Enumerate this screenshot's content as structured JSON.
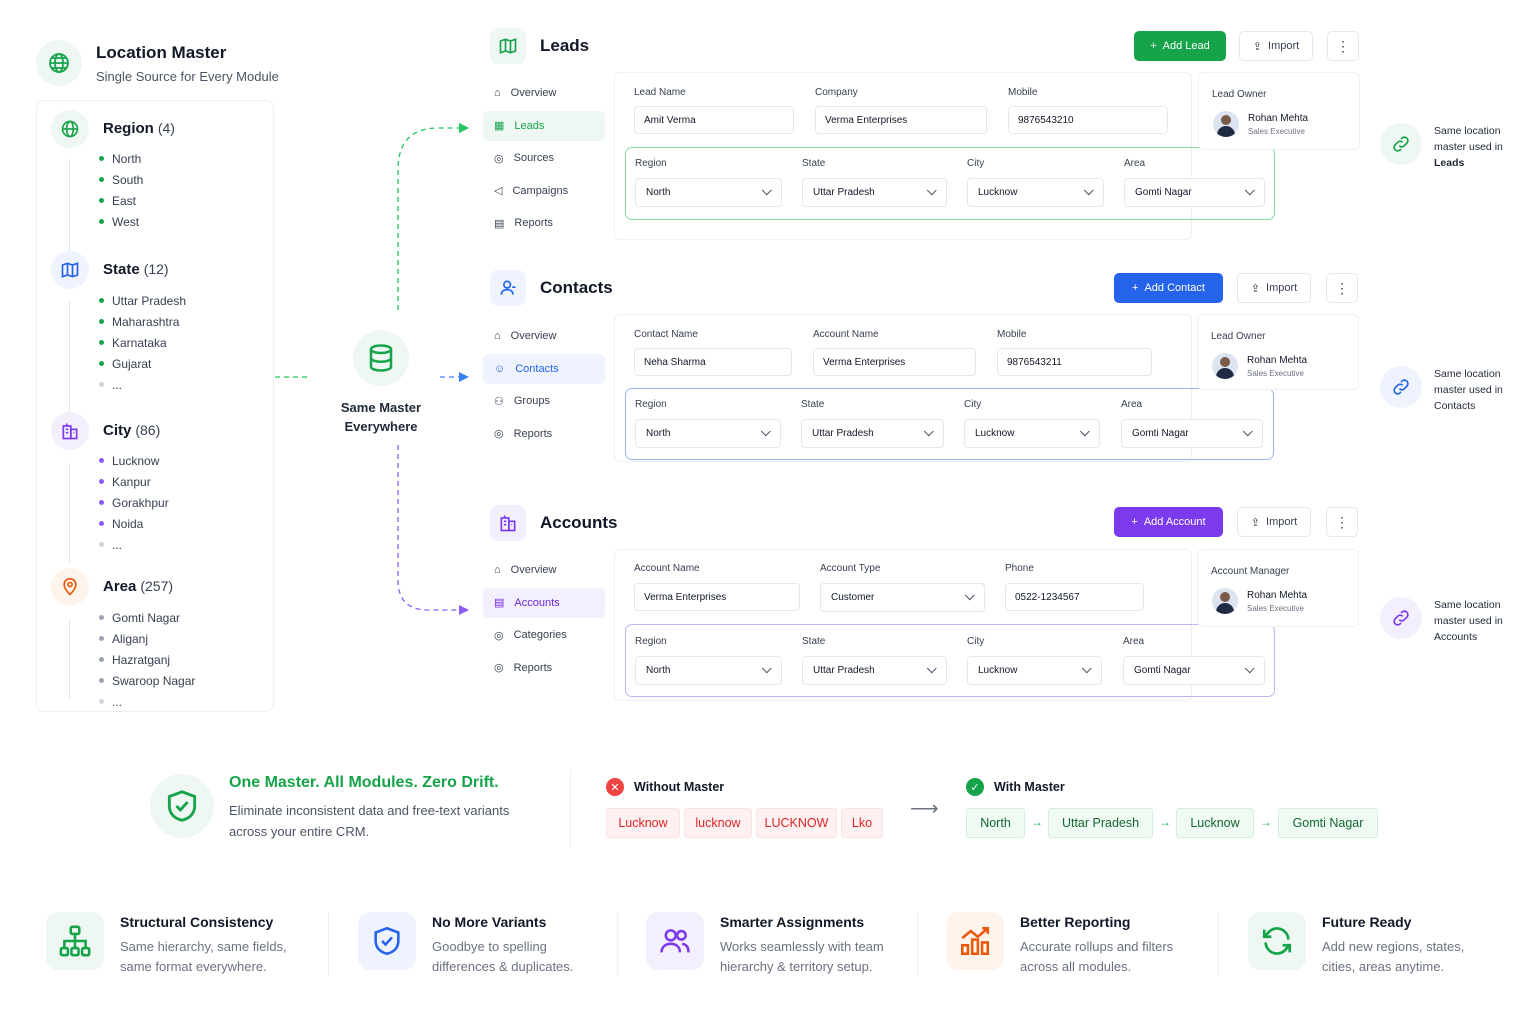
{
  "master": {
    "title": "Location Master",
    "subtitle": "Single Source for Every Module",
    "levels": [
      {
        "name": "Region",
        "count": "(4)",
        "items": [
          "North",
          "South",
          "East",
          "West"
        ]
      },
      {
        "name": "State",
        "count": "(12)",
        "items": [
          "Uttar Pradesh",
          "Maharashtra",
          "Karnataka",
          "Gujarat",
          "..."
        ]
      },
      {
        "name": "City",
        "count": "(86)",
        "items": [
          "Lucknow",
          "Kanpur",
          "Gorakhpur",
          "Noida",
          "..."
        ]
      },
      {
        "name": "Area",
        "count": "(257)",
        "items": [
          "Gomti Nagar",
          "Aliganj",
          "Hazratganj",
          "Swaroop Nagar",
          "..."
        ]
      }
    ]
  },
  "hub": {
    "line1": "Same Master",
    "line2": "Everywhere"
  },
  "modules": {
    "leads": {
      "title": "Leads",
      "add_label": "Add Lead",
      "import_label": "Import",
      "nav": [
        "Overview",
        "Leads",
        "Sources",
        "Campaigns",
        "Reports"
      ],
      "fields": {
        "f1_label": "Lead Name",
        "f1_value": "Amit Verma",
        "f2_label": "Company",
        "f2_value": "Verma Enterprises",
        "f3_label": "Mobile",
        "f3_value": "9876543210"
      },
      "owner": {
        "label": "Lead Owner",
        "name": "Rohan Mehta",
        "role": "Sales Executive"
      },
      "note": [
        "Same location",
        "master used in",
        "Leads"
      ]
    },
    "contacts": {
      "title": "Contacts",
      "add_label": "Add Contact",
      "import_label": "Import",
      "nav": [
        "Overview",
        "Contacts",
        "Groups",
        "Reports"
      ],
      "fields": {
        "f1_label": "Contact Name",
        "f1_value": "Neha Sharma",
        "f2_label": "Account Name",
        "f2_value": "Verma Enterprises",
        "f3_label": "Mobile",
        "f3_value": "9876543211"
      },
      "owner": {
        "label": "Lead Owner",
        "name": "Rohan Mehta",
        "role": "Sales Executive"
      },
      "note": [
        "Same location",
        "master used in",
        "Contacts"
      ]
    },
    "accounts": {
      "title": "Accounts",
      "add_label": "Add Account",
      "import_label": "Import",
      "nav": [
        "Overview",
        "Accounts",
        "Categories",
        "Reports"
      ],
      "fields": {
        "f1_label": "Account Name",
        "f1_value": "Verma Enterprises",
        "f2_label": "Account Type",
        "f2_value": "Customer",
        "f3_label": "Phone",
        "f3_value": "0522-1234567"
      },
      "owner": {
        "label": "Account Manager",
        "name": "Rohan Mehta",
        "role": "Sales Executive"
      },
      "note": [
        "Same location",
        "master used in",
        "Accounts"
      ]
    }
  },
  "location": {
    "labels": {
      "region": "Region",
      "state": "State",
      "city": "City",
      "area": "Area"
    },
    "values": {
      "region": "North",
      "state": "Uttar Pradesh",
      "city": "Lucknow",
      "area": "Gomti Nagar"
    }
  },
  "banner": {
    "title": "One Master. All Modules. Zero Drift.",
    "sub1": "Eliminate inconsistent data and free-text variants",
    "sub2": "across your entire CRM.",
    "without_label": "Without Master",
    "without_chips": [
      "Lucknow",
      "lucknow",
      "LUCKNOW",
      "Lko"
    ],
    "with_label": "With Master",
    "with_chips": [
      "North",
      "Uttar Pradesh",
      "Lucknow",
      "Gomti Nagar"
    ]
  },
  "features": [
    {
      "title": "Structural Consistency",
      "l1": "Same hierarchy, same fields,",
      "l2": "same format everywhere.",
      "icon": "hierarchy-icon"
    },
    {
      "title": "No More Variants",
      "l1": "Goodbye to spelling",
      "l2": "differences & duplicates.",
      "icon": "shield-check-icon"
    },
    {
      "title": "Smarter Assignments",
      "l1": "Works seamlessly with team",
      "l2": "hierarchy & territory setup.",
      "icon": "users-icon"
    },
    {
      "title": "Better Reporting",
      "l1": "Accurate rollups and filters",
      "l2": "across all modules.",
      "icon": "chart-icon"
    },
    {
      "title": "Future Ready",
      "l1": "Add new regions, states,",
      "l2": "cities, areas anytime.",
      "icon": "refresh-icon"
    }
  ],
  "colors": {
    "green": "#16a34a",
    "blue": "#2563eb",
    "purple": "#7c3aed",
    "orange": "#ea580c"
  }
}
